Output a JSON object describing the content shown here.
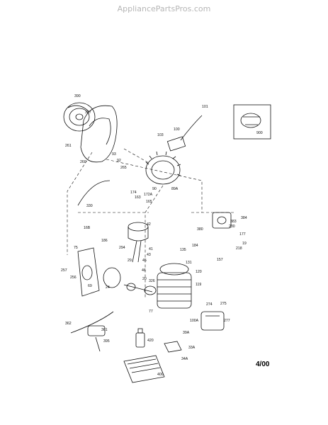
{
  "watermark": "AppliancePartsPros.com",
  "revision_date": "4/00",
  "part_labels": [
    {
      "id": "390"
    },
    {
      "id": "337"
    },
    {
      "id": "261"
    },
    {
      "id": "260"
    },
    {
      "id": "101"
    },
    {
      "id": "103"
    },
    {
      "id": "100"
    },
    {
      "id": "900"
    },
    {
      "id": "93"
    },
    {
      "id": "92"
    },
    {
      "id": "265"
    },
    {
      "id": "90"
    },
    {
      "id": "89A"
    },
    {
      "id": "330"
    },
    {
      "id": "174"
    },
    {
      "id": "163"
    },
    {
      "id": "172A"
    },
    {
      "id": "165"
    },
    {
      "id": "42"
    },
    {
      "id": "384"
    },
    {
      "id": "383"
    },
    {
      "id": "230"
    },
    {
      "id": "380"
    },
    {
      "id": "177"
    },
    {
      "id": "19"
    },
    {
      "id": "218"
    },
    {
      "id": "16B"
    },
    {
      "id": "186"
    },
    {
      "id": "75"
    },
    {
      "id": "294"
    },
    {
      "id": "41"
    },
    {
      "id": "43"
    },
    {
      "id": "184"
    },
    {
      "id": "135"
    },
    {
      "id": "157"
    },
    {
      "id": "120"
    },
    {
      "id": "131"
    },
    {
      "id": "257"
    },
    {
      "id": "256"
    },
    {
      "id": "69"
    },
    {
      "id": "24"
    },
    {
      "id": "29"
    },
    {
      "id": "45"
    },
    {
      "id": "46"
    },
    {
      "id": "326"
    },
    {
      "id": "20"
    },
    {
      "id": "119"
    },
    {
      "id": "274"
    },
    {
      "id": "275"
    },
    {
      "id": "77"
    },
    {
      "id": "362"
    },
    {
      "id": "361"
    },
    {
      "id": "395"
    },
    {
      "id": "100A"
    },
    {
      "id": "277"
    },
    {
      "id": "420"
    },
    {
      "id": "39A"
    },
    {
      "id": "33A"
    },
    {
      "id": "34A"
    },
    {
      "id": "400"
    }
  ]
}
